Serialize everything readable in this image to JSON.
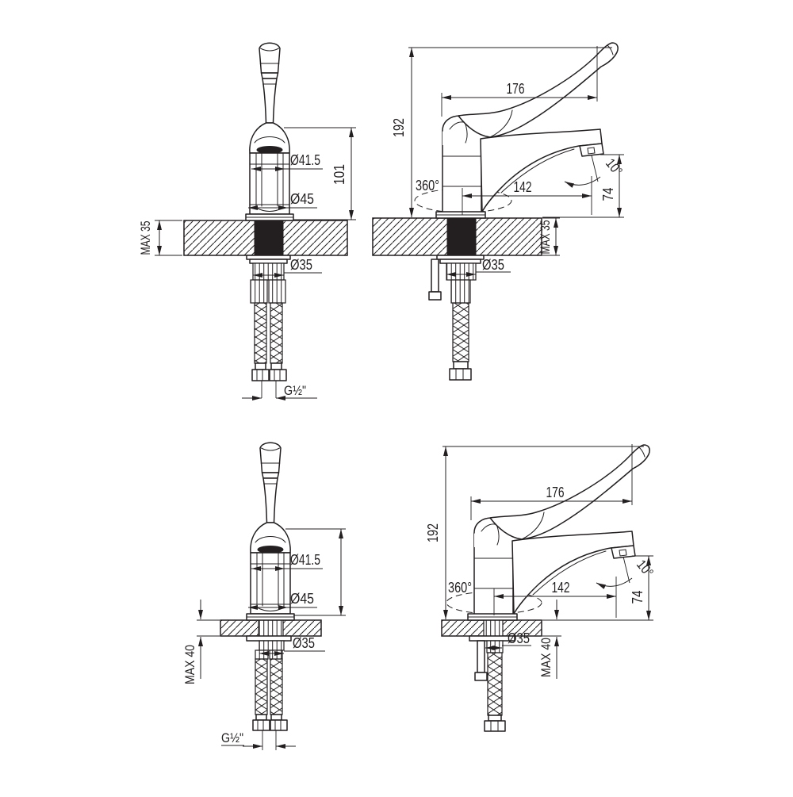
{
  "meta": {
    "type": "technical-dimension-drawing",
    "subject": "single-lever basin mixer with long medical elbow handle, flexible supply hoses",
    "background_color": "#ffffff",
    "line_color": "#231f20"
  },
  "views": {
    "top_front": {
      "title": "front view, thick deck",
      "dims": {
        "cartridge_dia": "Ø41.5",
        "body_dia": "Ø45",
        "body_height": "101",
        "deck_thickness": "MAX 35",
        "shank_dia": "Ø35",
        "hose_thread": "G½\""
      }
    },
    "top_side": {
      "title": "side view, thick deck",
      "dims": {
        "total_length": "176",
        "total_height": "192",
        "swivel_angle": "360°",
        "spout_reach": "142",
        "spout_angle": "10°",
        "spout_height": "74",
        "deck_thickness": "MAX 35",
        "shank_dia": "Ø35"
      }
    },
    "bottom_front": {
      "title": "front view, thin deck",
      "dims": {
        "cartridge_dia": "Ø41.5",
        "body_dia": "Ø45",
        "deck_thickness": "MAX 40",
        "shank_dia": "Ø35",
        "hose_thread": "G½\""
      }
    },
    "bottom_side": {
      "title": "side view, thin deck",
      "dims": {
        "total_length": "176",
        "total_height": "192",
        "swivel_angle": "360°",
        "spout_reach": "142",
        "spout_angle": "10°",
        "spout_height": "74",
        "deck_thickness": "MAX 40",
        "shank_dia": "Ø35"
      }
    }
  }
}
